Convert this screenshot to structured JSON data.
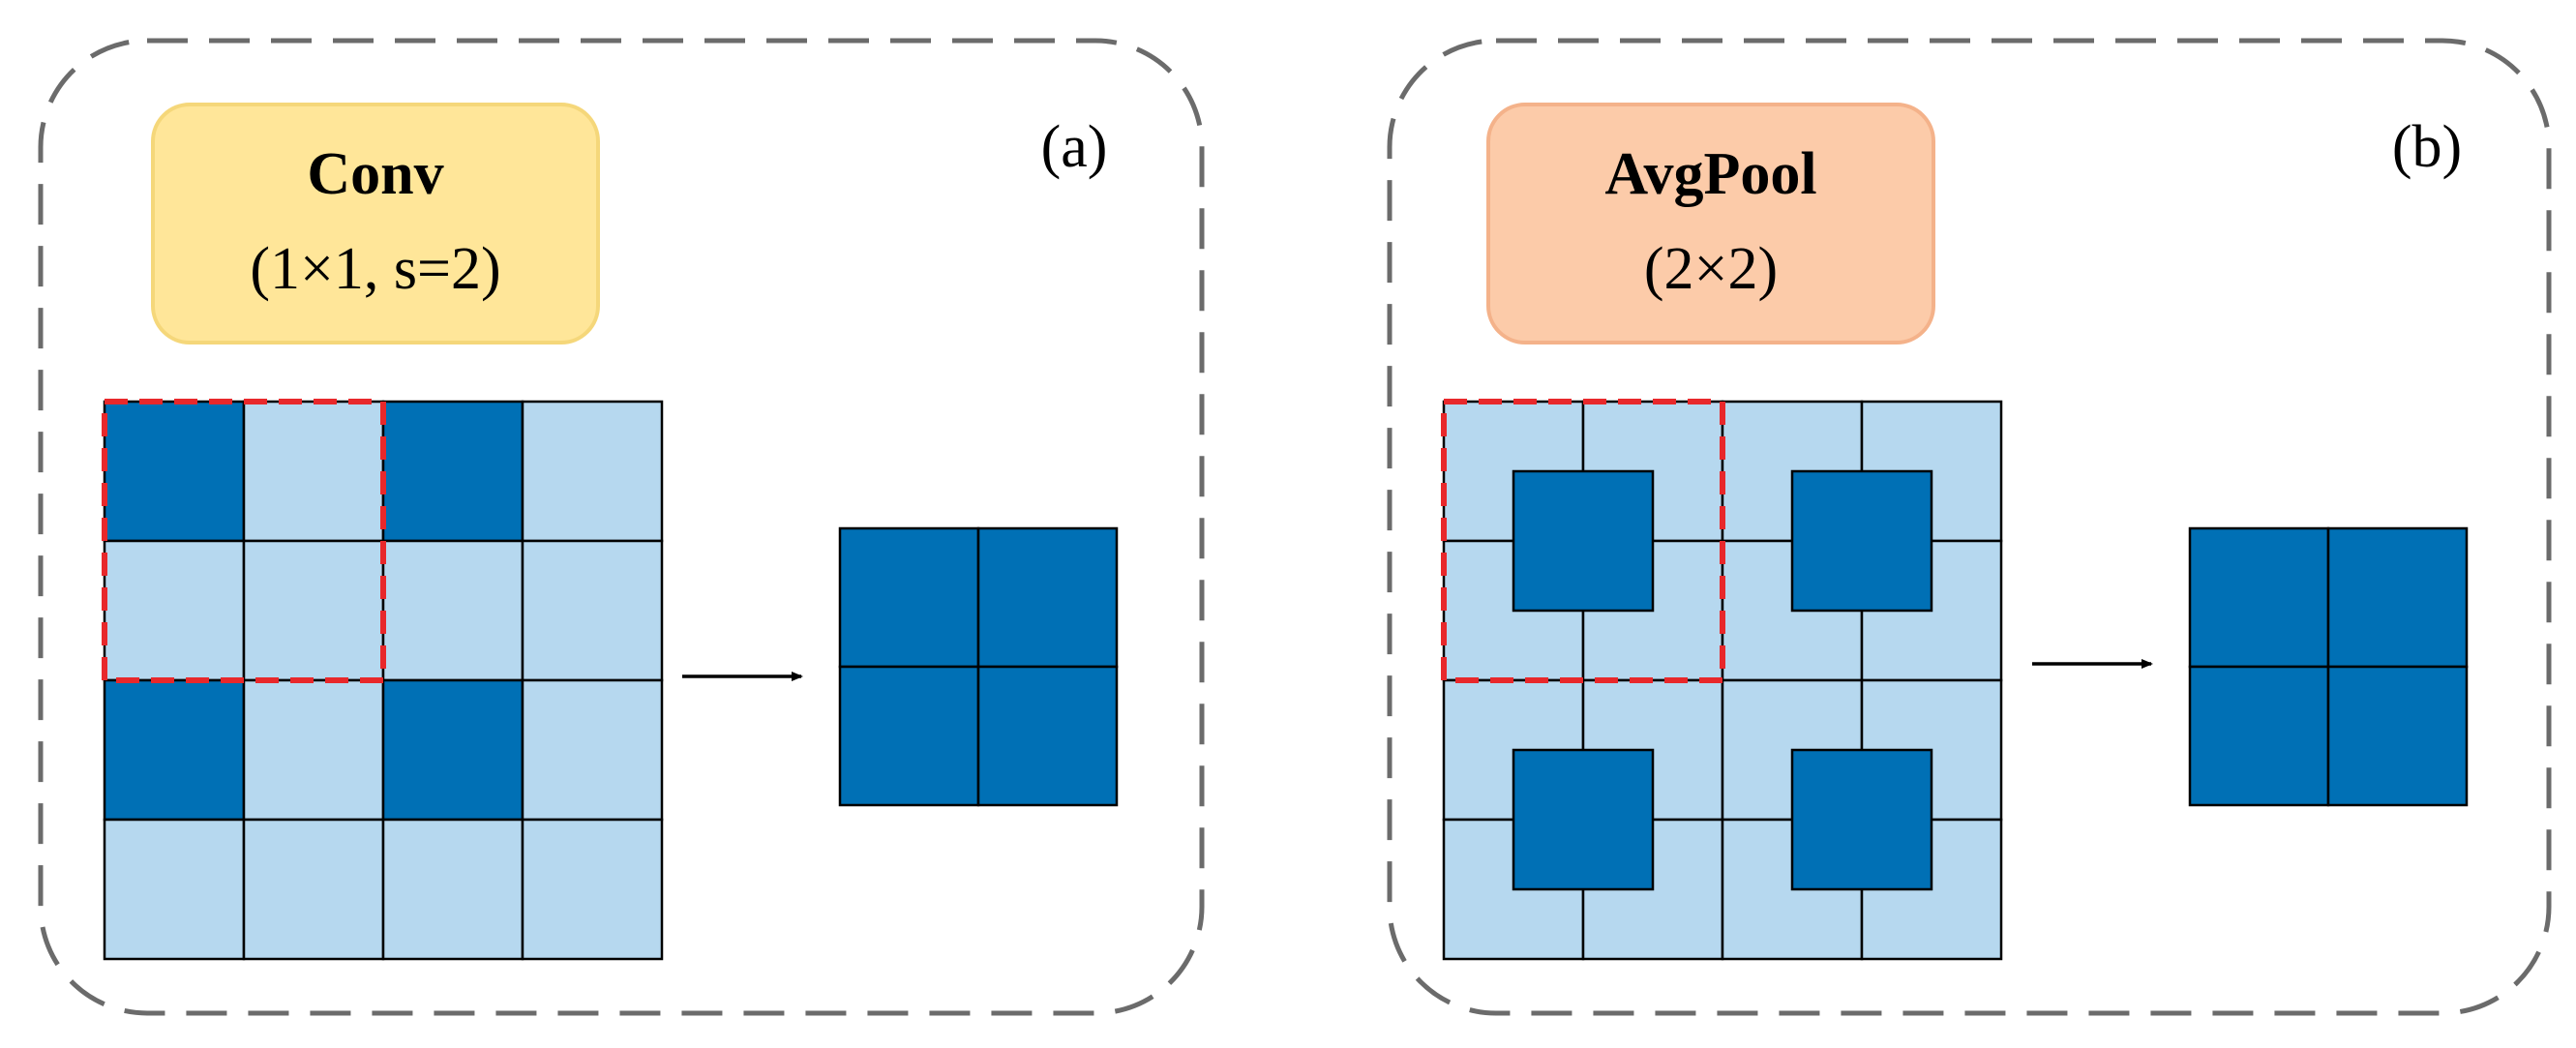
{
  "panel_a": {
    "label": "(a)",
    "op_title": "Conv",
    "op_params": "(1×1, s=2)",
    "input_grid": [
      [
        "dark",
        "light",
        "dark",
        "light"
      ],
      [
        "light",
        "light",
        "light",
        "light"
      ],
      [
        "dark",
        "light",
        "dark",
        "light"
      ],
      [
        "light",
        "light",
        "light",
        "light"
      ]
    ],
    "output_grid": [
      [
        "dark",
        "dark"
      ],
      [
        "dark",
        "dark"
      ]
    ]
  },
  "panel_b": {
    "label": "(b)",
    "op_title": "AvgPool",
    "op_params": "(2×2)",
    "input_grid": [
      [
        "light",
        "light",
        "light",
        "light"
      ],
      [
        "light",
        "light",
        "light",
        "light"
      ],
      [
        "light",
        "light",
        "light",
        "light"
      ],
      [
        "light",
        "light",
        "light",
        "light"
      ]
    ],
    "pooled_blocks": 4,
    "output_grid": [
      [
        "dark",
        "dark"
      ],
      [
        "dark",
        "dark"
      ]
    ]
  },
  "colors": {
    "dark_cell": "#0070B5",
    "light_cell": "#B6D8EF",
    "conv_box_fill": "#FFE699",
    "conv_box_border": "#F5D77A",
    "pool_box_fill": "#FCCBA9",
    "pool_box_border": "#F4B28A",
    "window_highlight": "#E8282B",
    "panel_border": "#6b6b6b"
  },
  "icons": {
    "arrow": "right-arrow-icon"
  }
}
